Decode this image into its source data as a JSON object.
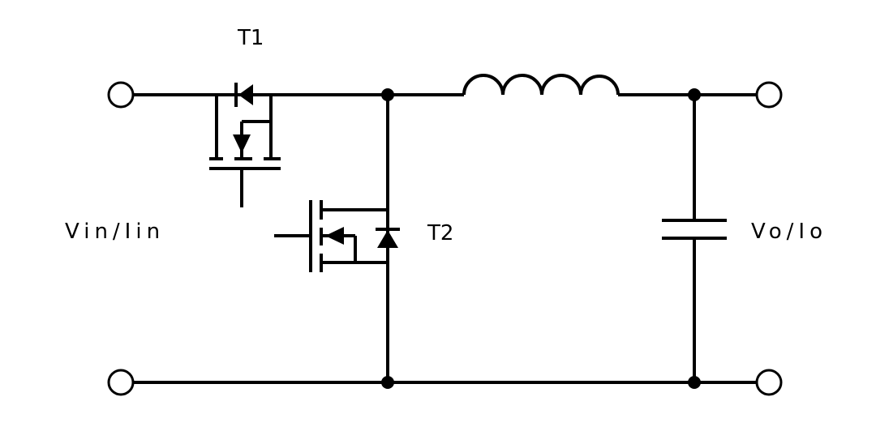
{
  "diagram": {
    "type": "buck-converter-schematic",
    "labels": {
      "t1": "T1",
      "t2": "T2",
      "input": "Vin/Iin",
      "output": "Vo/Io"
    },
    "colors": {
      "line": "#000000",
      "background": "#ffffff"
    }
  }
}
